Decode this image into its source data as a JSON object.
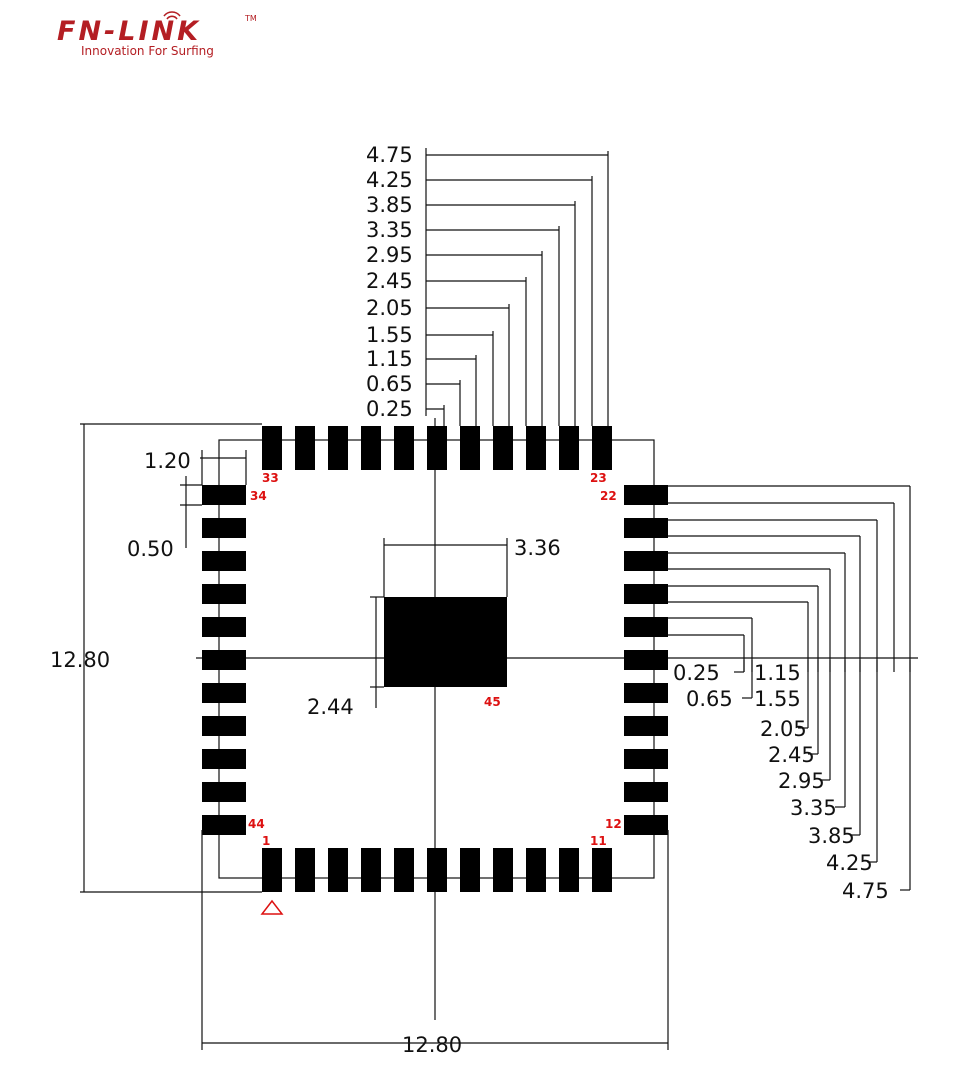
{
  "logo": {
    "brand": "FN-LINK",
    "tm": "TM",
    "tagline": "Innovation For Surfing",
    "color": "#b41e23"
  },
  "diagram": {
    "package_width": "12.80",
    "package_height": "12.80",
    "epad_width": "3.36",
    "epad_height": "2.44",
    "pad_width": "1.20",
    "pad_pitch": "0.50",
    "top_offsets": [
      "4.75",
      "4.25",
      "3.85",
      "3.35",
      "2.95",
      "2.45",
      "2.05",
      "1.55",
      "1.15",
      "0.65",
      "0.25"
    ],
    "right_offsets": [
      "0.25",
      "1.15",
      "0.65",
      "1.55",
      "2.05",
      "2.45",
      "2.95",
      "3.35",
      "3.85",
      "4.25",
      "4.75"
    ],
    "pins": {
      "p1": "1",
      "p11": "11",
      "p12": "12",
      "p22": "22",
      "p23": "23",
      "p33": "33",
      "p34": "34",
      "p44": "44",
      "p45": "45"
    },
    "pin_label_color": "#dd1111"
  }
}
